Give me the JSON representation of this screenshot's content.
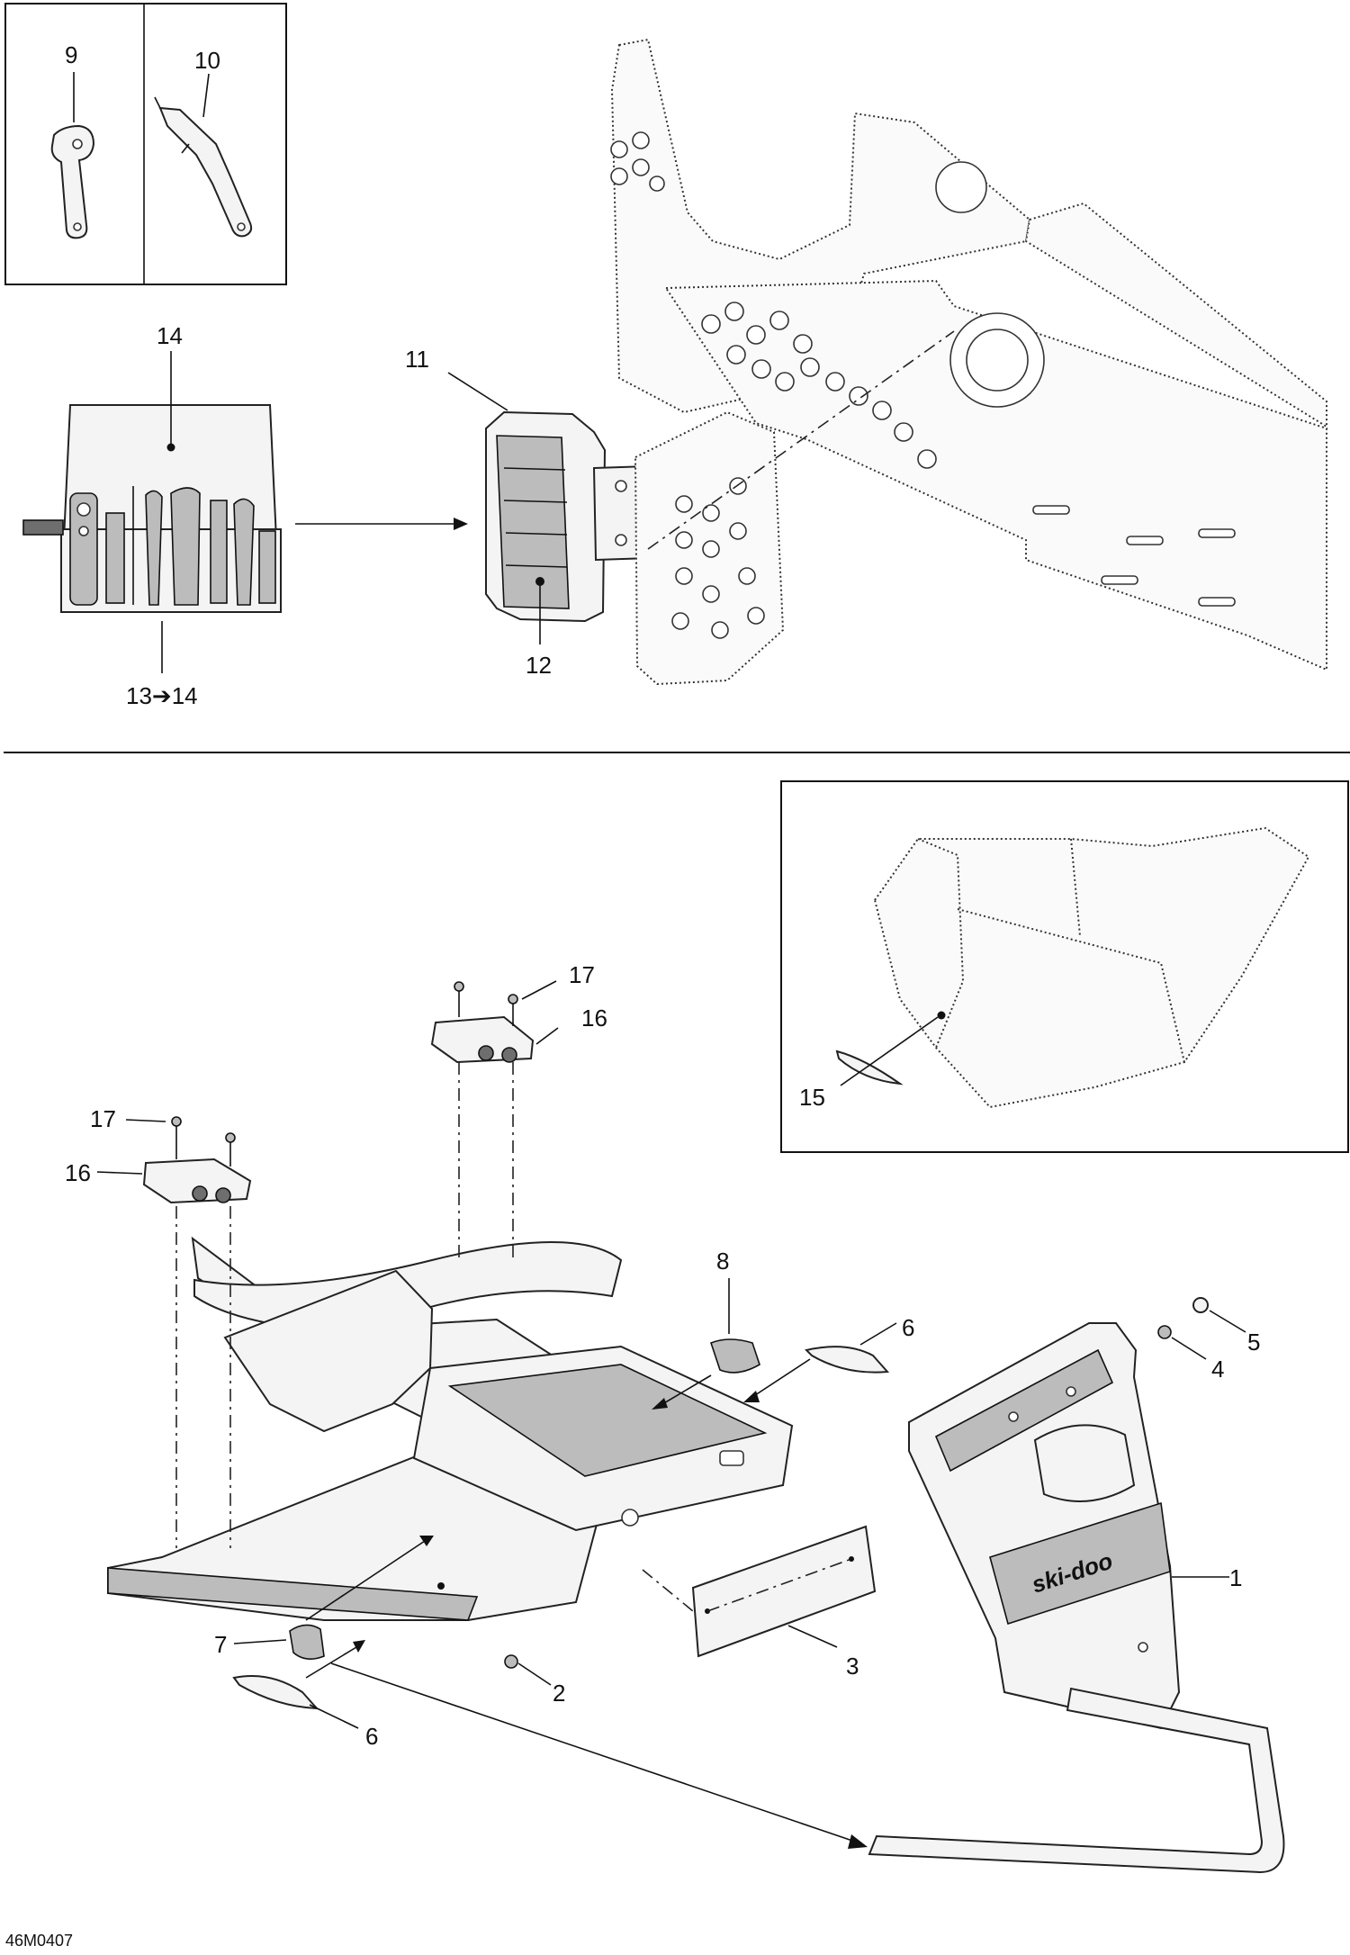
{
  "diagram": {
    "drawing_code": "46M0407",
    "callouts": [
      {
        "id": "c1",
        "text": "1"
      },
      {
        "id": "c2",
        "text": "2"
      },
      {
        "id": "c3",
        "text": "3"
      },
      {
        "id": "c4",
        "text": "4"
      },
      {
        "id": "c5",
        "text": "5"
      },
      {
        "id": "c6a",
        "text": "6"
      },
      {
        "id": "c6b",
        "text": "6"
      },
      {
        "id": "c7",
        "text": "7"
      },
      {
        "id": "c8",
        "text": "8"
      },
      {
        "id": "c9",
        "text": "9"
      },
      {
        "id": "c10",
        "text": "10"
      },
      {
        "id": "c11",
        "text": "11"
      },
      {
        "id": "c12",
        "text": "12"
      },
      {
        "id": "c13",
        "text": "13➔14"
      },
      {
        "id": "c14",
        "text": "14"
      },
      {
        "id": "c15",
        "text": "15"
      },
      {
        "id": "c16a",
        "text": "16"
      },
      {
        "id": "c16b",
        "text": "16"
      },
      {
        "id": "c17a",
        "text": "17"
      },
      {
        "id": "c17b",
        "text": "17"
      }
    ],
    "brand_logo_text": "ski-doo"
  }
}
